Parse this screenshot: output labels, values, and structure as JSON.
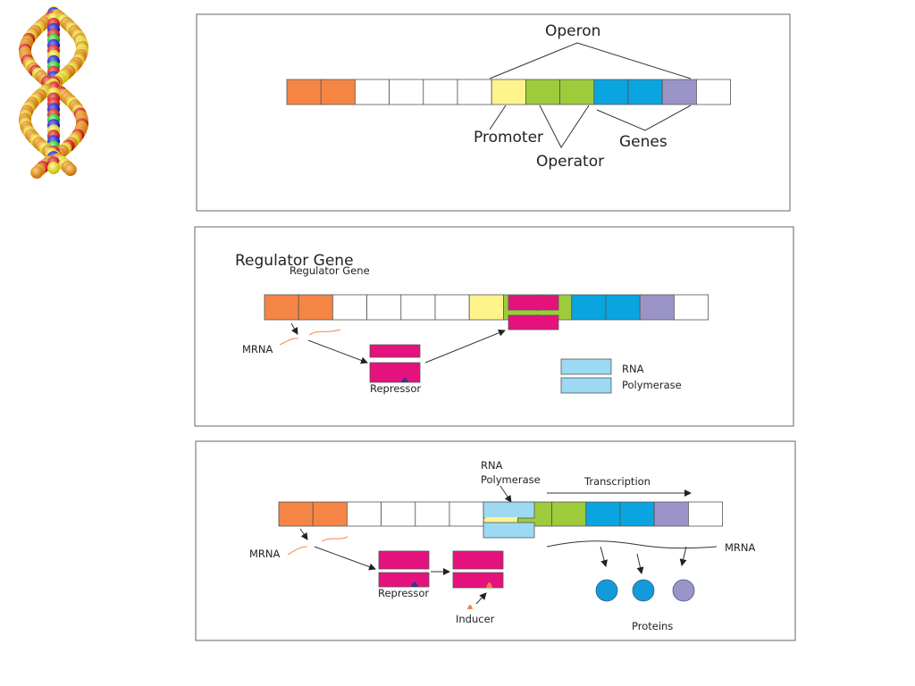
{
  "colors": {
    "regulator": "#f58545",
    "empty": "#ffffff",
    "promoter": "#fff48c",
    "operator": "#9dcb3c",
    "gene": "#0aa4e0",
    "gene_last": "#9a94c8",
    "repressor": "#e5127d",
    "polymerase": "#9dd9f3",
    "protein_blue": "#139ad8",
    "protein_purple": "#9a94c8",
    "inducer": "#f58545",
    "repressor_site": "#2e3a8c"
  },
  "dna_segments": [
    "regulator",
    "regulator",
    "empty",
    "empty",
    "empty",
    "empty",
    "promoter",
    "operator",
    "operator",
    "gene",
    "gene",
    "gene_last",
    "empty"
  ],
  "panel1": {
    "operon_label": "Operon",
    "promoter_label": "Promoter",
    "operator_label": "Operator",
    "genes_label": "Genes"
  },
  "panel2": {
    "title": "Regulator Gene",
    "subtitle": "Regulator Gene",
    "mrna_label": "MRNA",
    "repressor_label": "Repressor",
    "polymerase_label_line1": "RNA",
    "polymerase_label_line2": "Polymerase"
  },
  "panel3": {
    "polymerase_label_line1": "RNA",
    "polymerase_label_line2": "Polymerase",
    "transcription_label": "Transcription",
    "mrna_left_label": "MRNA",
    "mrna_right_label": "MRNA",
    "repressor_label": "Repressor",
    "inducer_label": "Inducer",
    "proteins_label": "Proteins",
    "protein_colors": [
      "protein_blue",
      "protein_blue",
      "protein_purple"
    ]
  }
}
